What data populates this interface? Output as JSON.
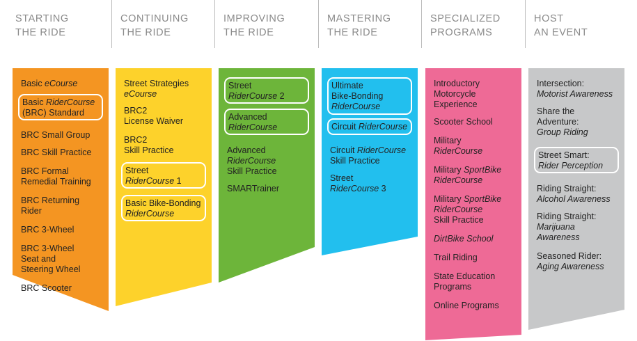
{
  "columns": [
    {
      "key": "starting",
      "header": [
        "STARTING",
        "THE RIDE"
      ],
      "color": "#f49522",
      "items": [
        {
          "lines": [
            {
              "t": "Basic ",
              "i": false,
              "suffix": "eCourse"
            }
          ],
          "boxed": false
        },
        {
          "lines": [
            {
              "t": "Basic ",
              "suffix_i": "RiderCourse"
            },
            {
              "t": "(BRC) Standard"
            }
          ],
          "boxed": true
        },
        {
          "lines": [
            {
              "t": "BRC Small Group"
            }
          ],
          "boxed": false
        },
        {
          "lines": [
            {
              "t": "BRC Skill Practice"
            }
          ],
          "boxed": false
        },
        {
          "lines": [
            {
              "t": "BRC Formal"
            },
            {
              "t": "Remedial Training"
            }
          ],
          "boxed": false
        },
        {
          "lines": [
            {
              "t": "BRC Returning"
            },
            {
              "t": "Rider"
            }
          ],
          "boxed": false
        },
        {
          "lines": [
            {
              "t": "BRC 3-Wheel"
            }
          ],
          "boxed": false
        },
        {
          "lines": [
            {
              "t": "BRC 3-Wheel"
            },
            {
              "t": "Seat and"
            },
            {
              "t": "Steering Wheel"
            }
          ],
          "boxed": false
        },
        {
          "lines": [
            {
              "t": "BRC Scooter"
            }
          ],
          "boxed": false
        }
      ]
    },
    {
      "key": "continuing",
      "header": [
        "CONTINUING",
        "THE RIDE"
      ],
      "color": "#fdd22b",
      "items": [
        {
          "lines": [
            {
              "t": "Street Strategies"
            },
            {
              "t": "",
              "suffix": "eCourse"
            }
          ],
          "boxed": false
        },
        {
          "lines": [
            {
              "t": "BRC2"
            },
            {
              "t": "License Waiver"
            }
          ],
          "boxed": false
        },
        {
          "lines": [
            {
              "t": "BRC2"
            },
            {
              "t": "Skill Practice"
            }
          ],
          "boxed": false
        },
        {
          "lines": [
            {
              "t": "Street"
            },
            {
              "t": "",
              "suffix_i": "RiderCourse",
              "after": " 1"
            }
          ],
          "boxed": true
        },
        {
          "lines": [
            {
              "t": "Basic Bike-Bonding"
            },
            {
              "t": "",
              "suffix_i": "RiderCourse"
            }
          ],
          "boxed": true
        }
      ]
    },
    {
      "key": "improving",
      "header": [
        "IMPROVING",
        "THE RIDE"
      ],
      "color": "#6db53a",
      "items": [
        {
          "lines": [
            {
              "t": "Street"
            },
            {
              "t": "",
              "suffix_i": "RiderCourse",
              "after": " 2"
            }
          ],
          "boxed": true
        },
        {
          "lines": [
            {
              "t": "Advanced"
            },
            {
              "t": "",
              "suffix_i": "RiderCourse"
            }
          ],
          "boxed": true
        },
        {
          "lines": [
            {
              "t": "Advanced"
            },
            {
              "t": "",
              "suffix_i": "RiderCourse"
            },
            {
              "t": "Skill Practice"
            }
          ],
          "boxed": false
        },
        {
          "lines": [
            {
              "t": "SMARTrainer"
            }
          ],
          "boxed": false
        }
      ]
    },
    {
      "key": "mastering",
      "header": [
        "MASTERING",
        "THE RIDE"
      ],
      "color": "#22bfee",
      "items": [
        {
          "lines": [
            {
              "t": "Ultimate"
            },
            {
              "t": "Bike-Bonding"
            },
            {
              "t": "",
              "suffix_i": "RiderCourse"
            }
          ],
          "boxed": true
        },
        {
          "lines": [
            {
              "t": "Circuit ",
              "suffix_i": "RiderCourse"
            }
          ],
          "boxed": true
        },
        {
          "lines": [
            {
              "t": "Circuit ",
              "suffix_i": "RiderCourse"
            },
            {
              "t": "Skill Practice"
            }
          ],
          "boxed": false
        },
        {
          "lines": [
            {
              "t": "Street"
            },
            {
              "t": "",
              "suffix_i": "RiderCourse",
              "after": " 3"
            }
          ],
          "boxed": false
        }
      ]
    },
    {
      "key": "specialized",
      "header": [
        "SPECIALIZED",
        "PROGRAMS"
      ],
      "color": "#ee6a96",
      "items": [
        {
          "lines": [
            {
              "t": "Introductory"
            },
            {
              "t": "Motorcycle"
            },
            {
              "t": "Experience"
            }
          ],
          "boxed": false
        },
        {
          "lines": [
            {
              "t": "Scooter School"
            }
          ],
          "boxed": false
        },
        {
          "lines": [
            {
              "t": "Military"
            },
            {
              "t": "",
              "suffix_i": "RiderCourse"
            }
          ],
          "boxed": false
        },
        {
          "lines": [
            {
              "t": "Military ",
              "suffix_i": "SportBike"
            },
            {
              "t": "",
              "suffix_i": "RiderCourse"
            }
          ],
          "boxed": false
        },
        {
          "lines": [
            {
              "t": "Military ",
              "suffix_i": "SportBike"
            },
            {
              "t": "",
              "suffix_i": "RiderCourse"
            },
            {
              "t": "Skill Practice"
            }
          ],
          "boxed": false
        },
        {
          "lines": [
            {
              "t": "",
              "suffix_i": "DirtBike School"
            }
          ],
          "boxed": false
        },
        {
          "lines": [
            {
              "t": "Trail Riding"
            }
          ],
          "boxed": false
        },
        {
          "lines": [
            {
              "t": "State Education"
            },
            {
              "t": "Programs"
            }
          ],
          "boxed": false
        },
        {
          "lines": [
            {
              "t": "Online Programs"
            }
          ],
          "boxed": false
        }
      ]
    },
    {
      "key": "host",
      "header": [
        "HOST",
        "AN EVENT"
      ],
      "color": "#c7c8c9",
      "items": [
        {
          "lines": [
            {
              "t": "Intersection:"
            },
            {
              "t": "",
              "suffix_i": "Motorist Awareness"
            }
          ],
          "boxed": false
        },
        {
          "lines": [
            {
              "t": "Share the"
            },
            {
              "t": "Adventure:"
            },
            {
              "t": "",
              "suffix_i": "Group Riding"
            }
          ],
          "boxed": false
        },
        {
          "lines": [
            {
              "t": "Street Smart:"
            },
            {
              "t": "",
              "suffix_i": "Rider Perception"
            }
          ],
          "boxed": true
        },
        {
          "lines": [
            {
              "t": "Riding Straight:"
            },
            {
              "t": "",
              "suffix_i": "Alcohol Awareness"
            }
          ],
          "boxed": false
        },
        {
          "lines": [
            {
              "t": "Riding Straight:"
            },
            {
              "t": "",
              "suffix_i": "Marijuana"
            },
            {
              "t": "",
              "suffix_i": "Awareness"
            }
          ],
          "boxed": false
        },
        {
          "lines": [
            {
              "t": "Seasoned Rider:"
            },
            {
              "t": "",
              "suffix_i": "Aging Awareness"
            }
          ],
          "boxed": false
        }
      ]
    }
  ]
}
